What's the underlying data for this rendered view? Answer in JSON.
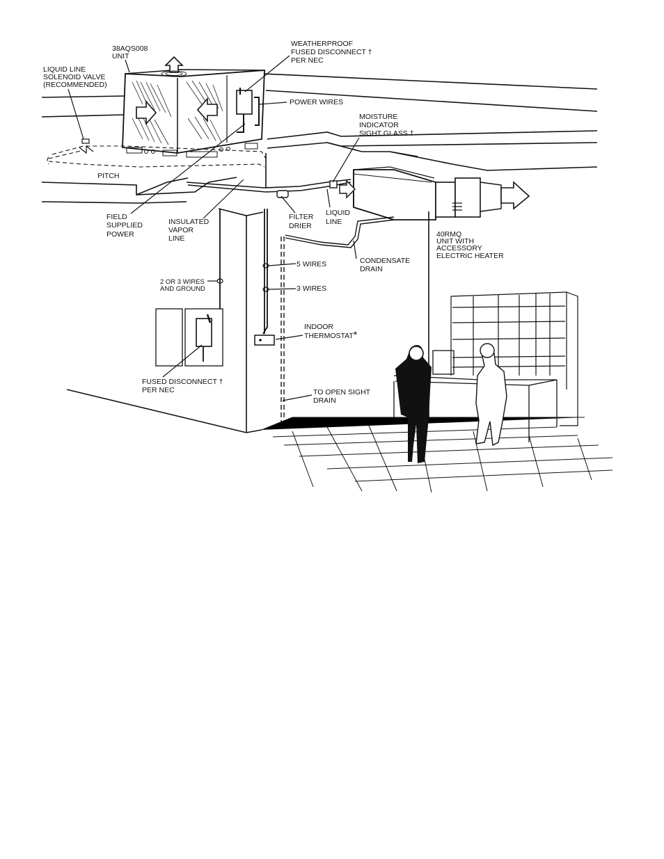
{
  "labels": {
    "unit_model_line1": "38AQS008",
    "unit_model_line2": "UNIT",
    "solenoid_line1": "LIQUID LINE",
    "solenoid_line2": "SOLENOID VALVE",
    "solenoid_line3": "(RECOMMENDED)",
    "weatherproof_line1": "WEATHERPROOF",
    "weatherproof_line2": "FUSED DISCONNECT",
    "weatherproof_line3": "PER NEC",
    "power_wires": "POWER WIRES",
    "moisture_line1": "MOISTURE",
    "moisture_line2": "INDICATOR",
    "moisture_line3": "SIGHT GLASS",
    "pitch": "PITCH",
    "field_line1": "FIELD",
    "field_line2": "SUPPLIED",
    "field_line3": "POWER",
    "insulated_line1": "INSULATED",
    "insulated_line2": "VAPOR",
    "insulated_line3": "LINE",
    "filter_line1": "FILTER",
    "filter_line2": "DRIER",
    "liquid_line1": "LIQUID",
    "liquid_line2": "LINE",
    "indoor_unit_line1": "40RMQ",
    "indoor_unit_line2": "UNIT WITH",
    "indoor_unit_line3": "ACCESSORY",
    "indoor_unit_line4": "ELECTRIC HEATER",
    "condensate_line1": "CONDENSATE",
    "condensate_line2": "DRAIN",
    "five_wires": "5 WIRES",
    "three_wires": "3 WIRES",
    "two_three_line1": "2 OR 3 WIRES",
    "two_three_line2": "AND GROUND",
    "thermostat_line1": "INDOOR",
    "thermostat_line2": "THERMOSTAT",
    "fused_line1": "FUSED DISCONNECT",
    "fused_line2": "PER NEC",
    "open_drain_line1": "TO OPEN SIGHT",
    "open_drain_line2": "DRAIN"
  },
  "marks": {
    "dagger": "†",
    "asterisk": "*"
  }
}
